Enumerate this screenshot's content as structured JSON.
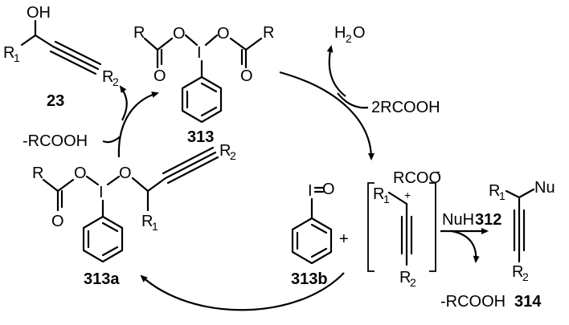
{
  "compounds": {
    "c23": {
      "number": "23",
      "oh": "OH",
      "r1": "R",
      "r1_sub": "1",
      "r2": "R",
      "r2_sub": "2"
    },
    "c313": {
      "number": "313",
      "r_left": "R",
      "r_right": "R",
      "o": "O",
      "iodine": "I"
    },
    "c313a": {
      "number": "313a",
      "r": "R",
      "r1": "R",
      "r1_sub": "1",
      "r2": "R",
      "r2_sub": "2",
      "o": "O",
      "iodine": "I"
    },
    "c313b": {
      "number": "313b",
      "iodine": "I",
      "o": "O",
      "plus": "+"
    },
    "cation": {
      "r1": "R",
      "r1_sub": "1",
      "r2": "R",
      "r2_sub": "2",
      "anion": "RCOO",
      "anion_charge": "-",
      "charge": "+"
    },
    "c314": {
      "number": "314",
      "r1": "R",
      "r1_sub": "1",
      "r2": "R",
      "r2_sub": "2",
      "nu": "Nu"
    }
  },
  "reagents": {
    "water": "H",
    "water_sub": "2",
    "water_o": "O",
    "acid_in": "2RCOOH",
    "acid_out_left": "-RCOOH",
    "acid_out_right": "-RCOOH",
    "nucleophile": "NuH",
    "nucleophile_number": "312"
  }
}
